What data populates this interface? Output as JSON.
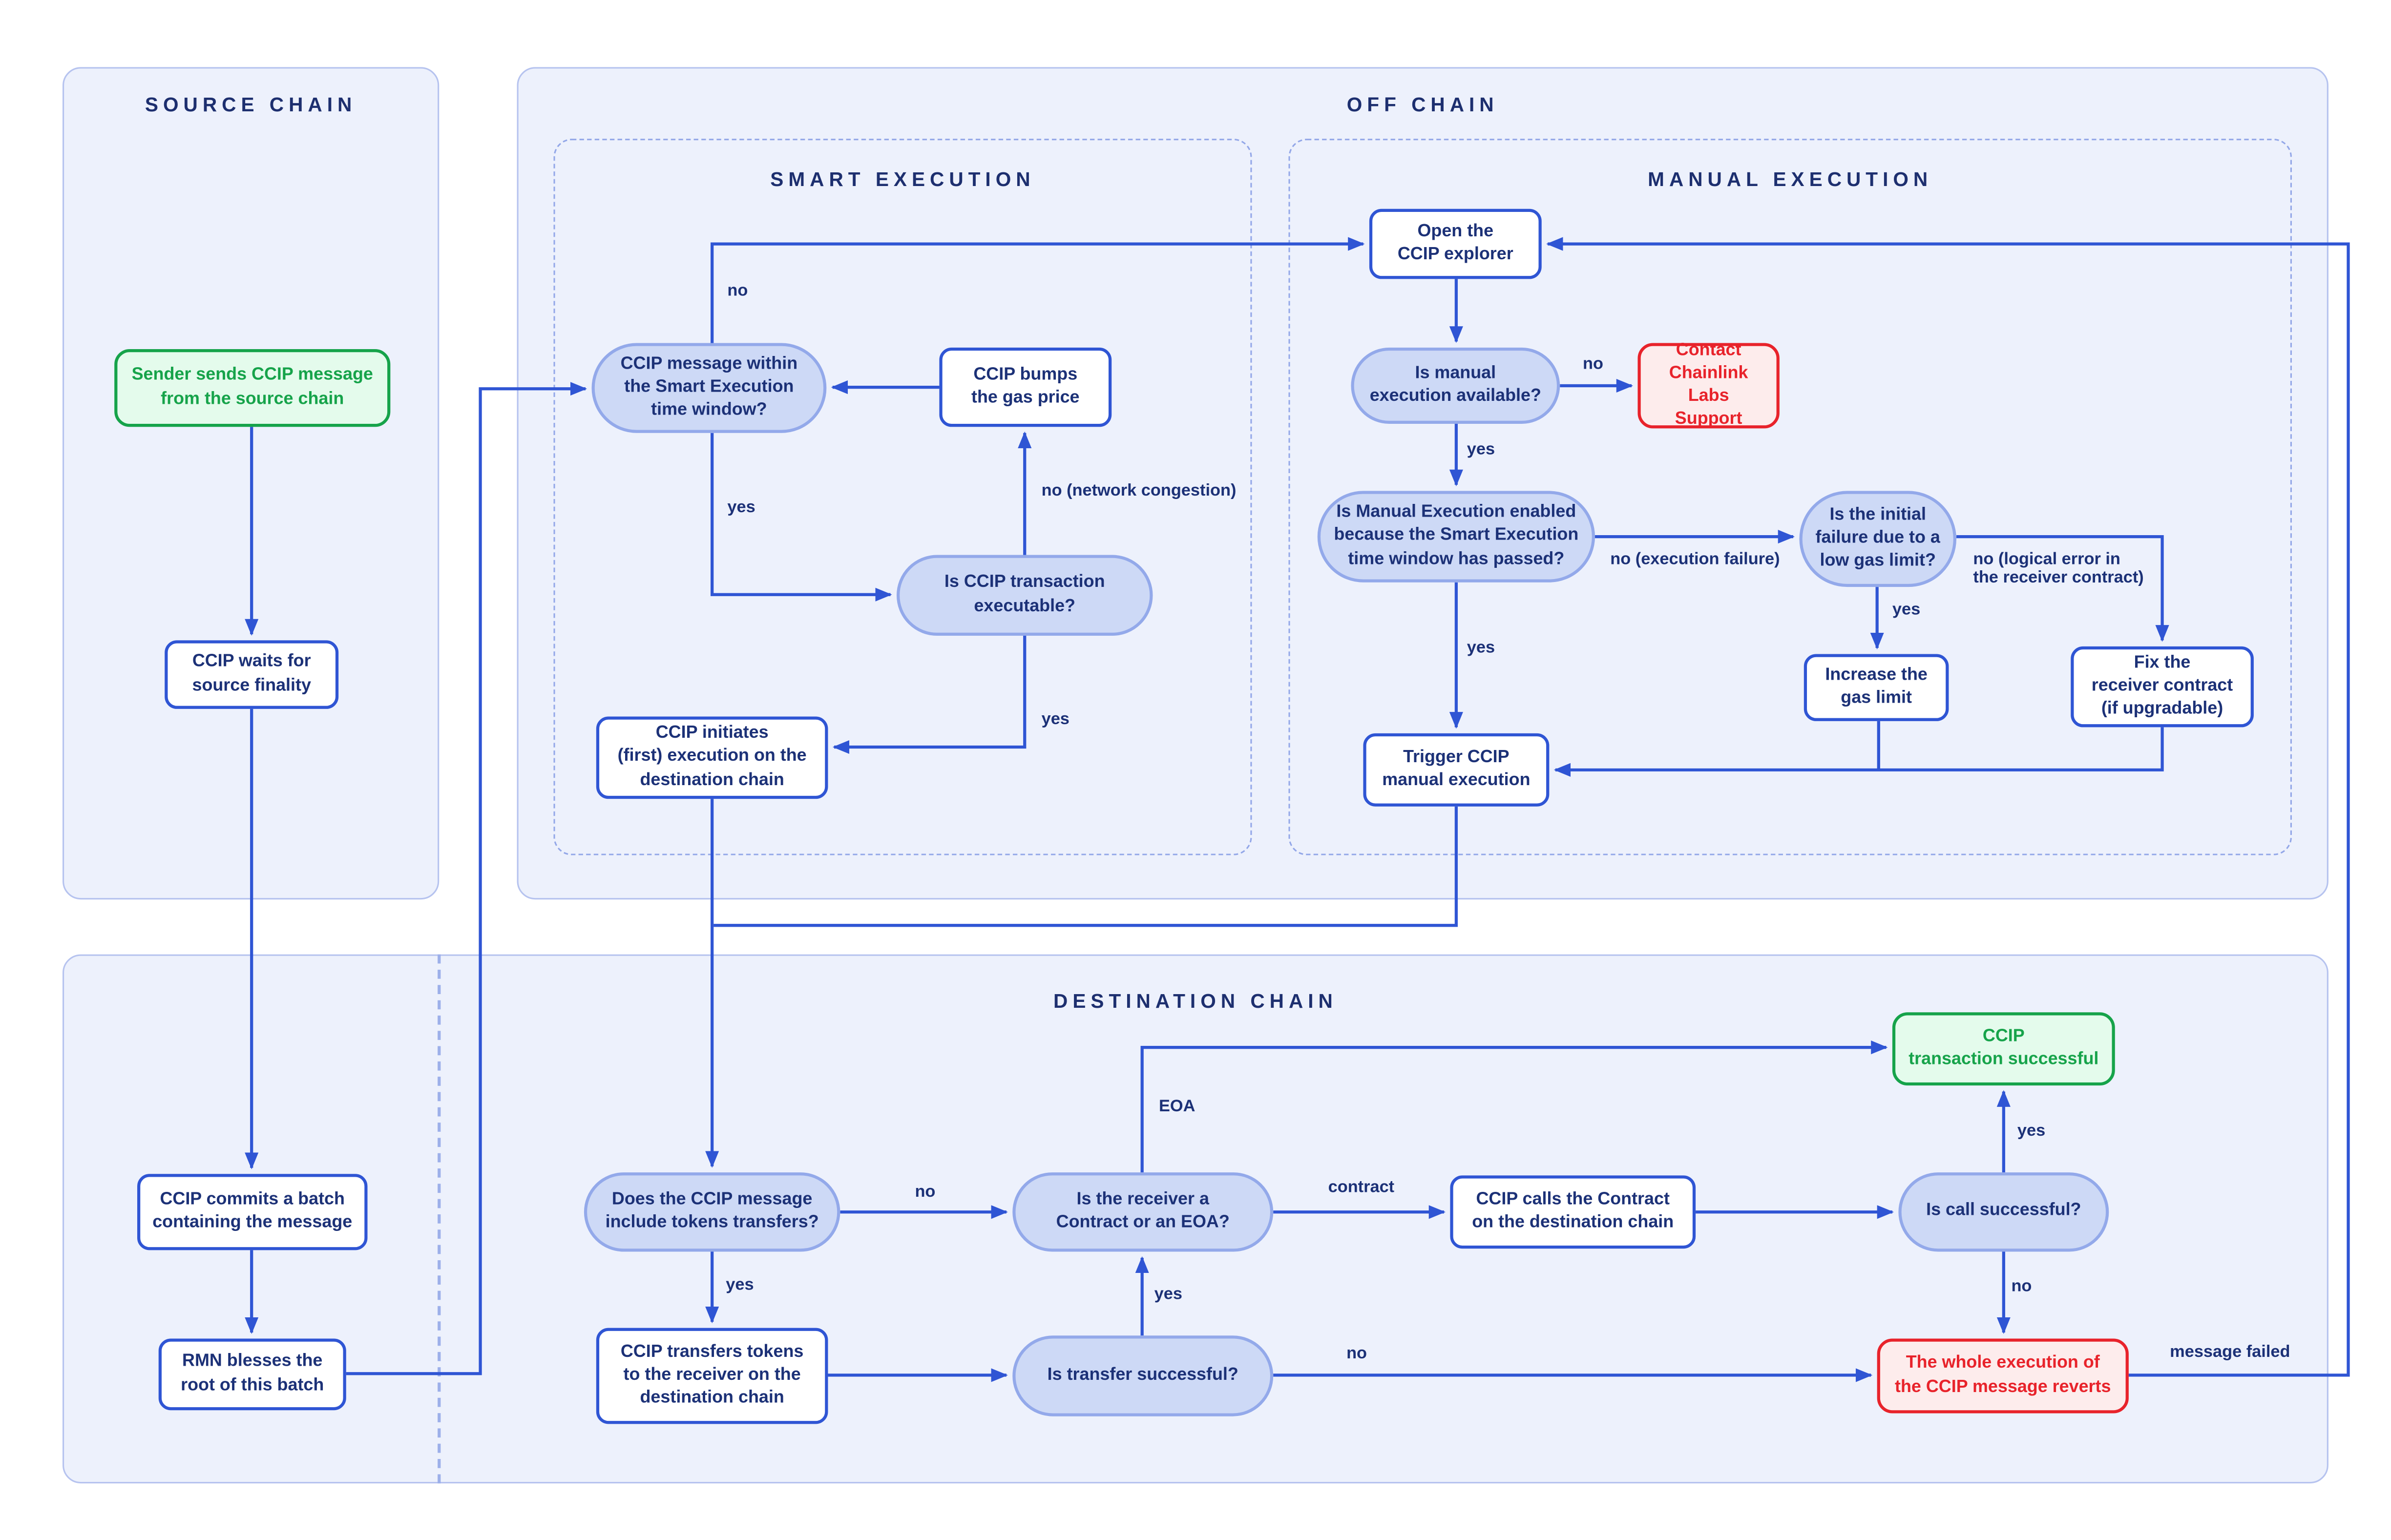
{
  "panels": {
    "source_chain": {
      "title": "SOURCE CHAIN"
    },
    "off_chain": {
      "title": "OFF CHAIN"
    },
    "smart_execution": {
      "title": "SMART EXECUTION"
    },
    "manual_execution": {
      "title": "MANUAL EXECUTION"
    },
    "destination_chain": {
      "title": "DESTINATION CHAIN"
    }
  },
  "nodes": {
    "sender": "Sender sends CCIP message\nfrom the source chain",
    "waits": "CCIP waits for\nsource finality",
    "commits": "CCIP commits a batch\ncontaining the message",
    "rmn": "RMN blesses the\nroot of this batch",
    "msg_window": "CCIP message within\nthe Smart Execution\ntime window?",
    "bumps": "CCIP bumps\nthe gas price",
    "executable": "Is CCIP transaction\nexecutable?",
    "initiates": "CCIP initiates\n(first) execution on the\ndestination chain",
    "open_explorer": "Open the\nCCIP explorer",
    "manual_avail": "Is manual\nexecution available?",
    "contact": "Contact\nChainlink Labs\nSupport",
    "manual_enabled": "Is Manual Execution enabled\nbecause the Smart Execution\ntime window has passed?",
    "initial_failure": "Is the initial\nfailure due to a\nlow gas limit?",
    "increase_gas": "Increase the\ngas limit",
    "fix_receiver": "Fix the\nreceiver contract\n(if upgradable)",
    "trigger": "Trigger CCIP\nmanual execution",
    "tokens_q": "Does the CCIP message\ninclude tokens transfers?",
    "receiver_q": "Is the receiver a\nContract or an EOA?",
    "calls_contract": "CCIP calls the Contract\non the destination chain",
    "call_success": "Is call successful?",
    "tx_success": "CCIP\ntransaction successful",
    "transfers_tokens": "CCIP transfers tokens\nto the receiver on the\ndestination chain",
    "transfer_success": "Is transfer successful?",
    "reverts": "The whole execution of\nthe CCIP message reverts"
  },
  "edge_labels": {
    "smart_no": "no",
    "smart_yes": "yes",
    "network_congestion": "no (network congestion)",
    "executable_yes": "yes",
    "manual_no": "no",
    "manual_yes": "yes",
    "execution_failure": "no (execution failure)",
    "logical_error": "no (logical error in\nthe receiver contract)",
    "low_gas_yes": "yes",
    "enabled_yes": "yes",
    "eoa": "EOA",
    "call_yes": "yes",
    "tokens_no": "no",
    "contract": "contract",
    "call_no": "no",
    "tokens_yes": "yes",
    "transfer_yes": "yes",
    "transfer_no": "no",
    "message_failed": "message failed"
  },
  "colors": {
    "arrow_blue": "#2F55D4",
    "navy_text": "#1C3177",
    "title_navy": "#1D2F6F",
    "success_green": "#16A34A",
    "error_red": "#E8232B",
    "panel_fill": "#EDF1FC",
    "panel_border": "#B6C3EF",
    "pill_fill": "#CDD9F6",
    "pill_border": "#93A9EA"
  }
}
